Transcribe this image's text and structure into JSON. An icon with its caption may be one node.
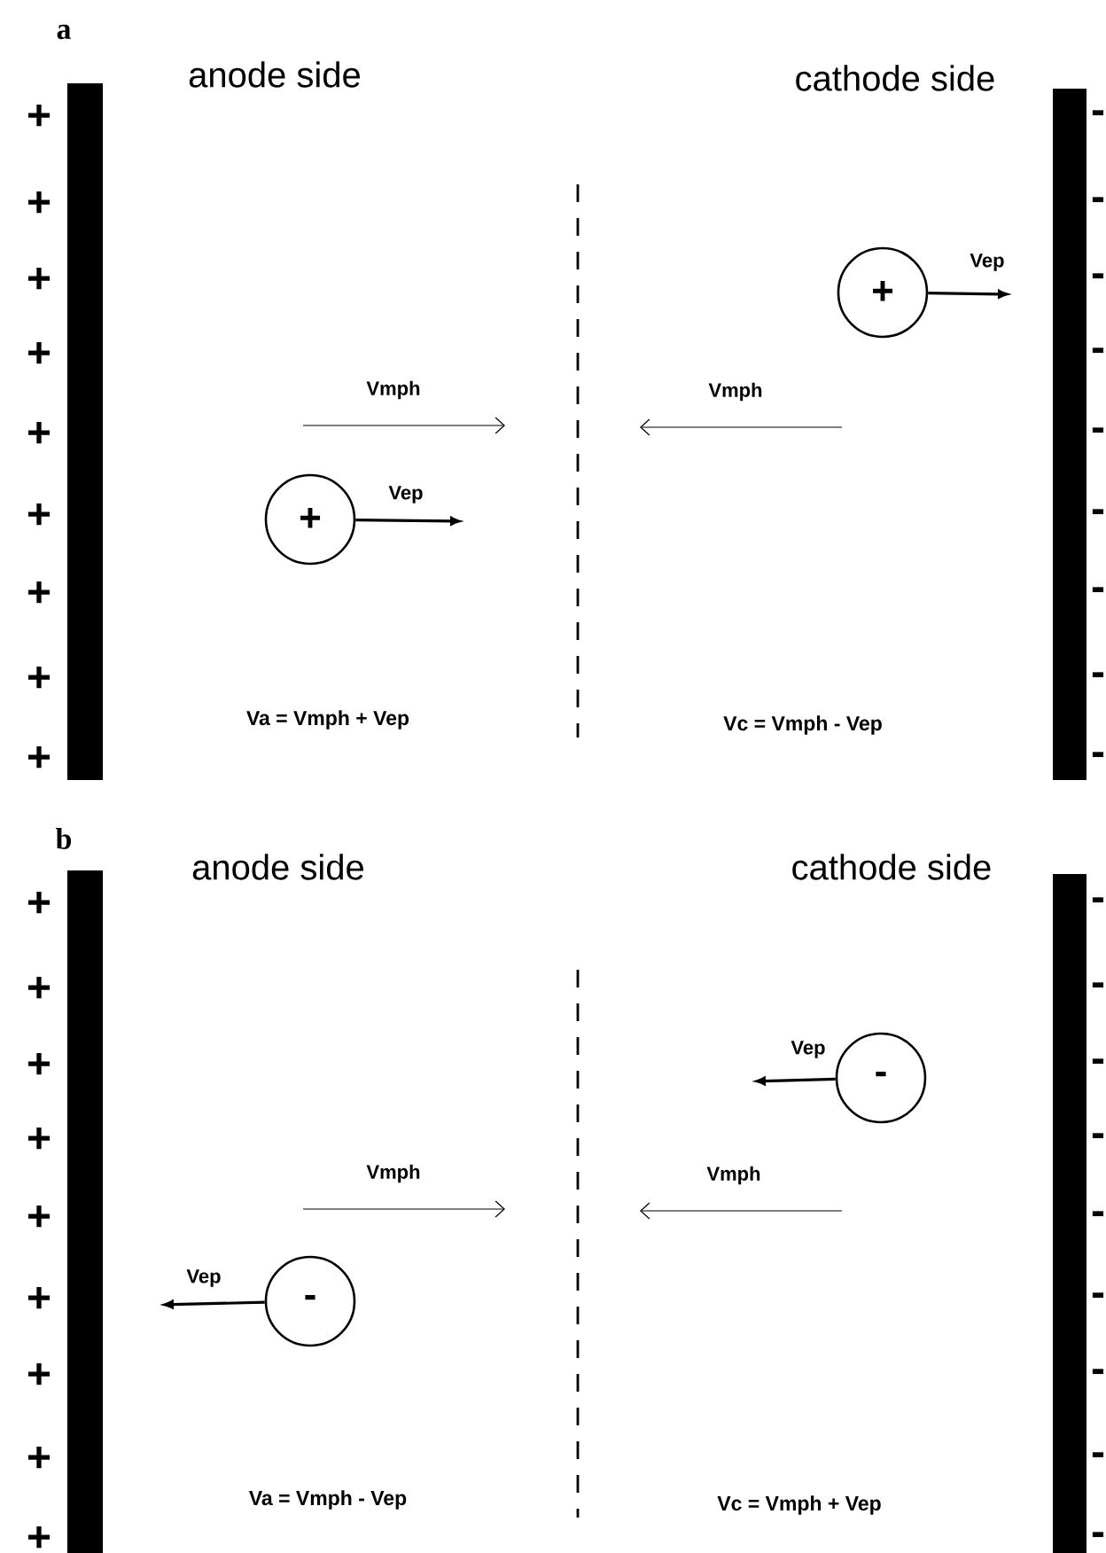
{
  "diagram": {
    "nodes": [
      {
        "text": [],
        "shape": "bar"
      },
      {
        "text": [],
        "shape": "bar"
      },
      {
        "text": [
          "+"
        ]
      },
      {
        "text": [
          "+"
        ]
      },
      {
        "text": [],
        "shape": "bar"
      },
      {
        "text": [],
        "shape": "bar"
      },
      {
        "text": [
          "-"
        ]
      },
      {
        "text": [
          "-"
        ]
      }
    ],
    "edges": [
      {
        "from": 2,
        "to": null,
        "arrow": "to",
        "label": "Vep"
      },
      {
        "from": 3,
        "to": null,
        "arrow": "to",
        "label": "Vep"
      },
      {
        "from": 6,
        "to": null,
        "arrow": "to",
        "label": "Vep"
      },
      {
        "from": 7,
        "to": null,
        "arrow": "to",
        "label": "Vep"
      }
    ],
    "labels": [
      "a",
      "anode side",
      "cathode side",
      "Vmph",
      "Vmph",
      "Va = Vmph + Vep",
      "Vc = Vmph - Vep",
      "+",
      "+",
      "+",
      "+",
      "+",
      "+",
      "+",
      "+",
      "+",
      "-",
      "-",
      "-",
      "-",
      "-",
      "-",
      "-",
      "-",
      "-",
      "b",
      "anode side",
      "cathode side",
      "Vmph",
      "Vmph",
      "Va = Vmph - Vep",
      "Vc = Vmph + Vep",
      "+",
      "+",
      "+",
      "+",
      "+",
      "+",
      "+",
      "+",
      "+",
      "-",
      "-",
      "-",
      "-",
      "-",
      "-",
      "-",
      "-",
      "-"
    ]
  }
}
